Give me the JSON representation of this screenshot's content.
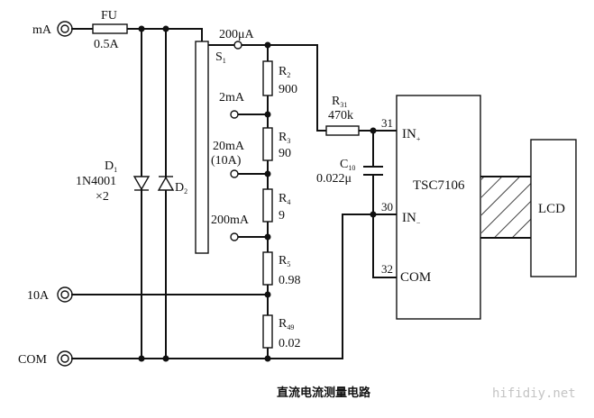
{
  "diagram": {
    "title": "直流电流测量电路",
    "watermark": "hifidiy.net",
    "terminals": {
      "ma": "mA",
      "ten_a": "10A",
      "com": "COM"
    },
    "fuse": {
      "ref": "FU",
      "value": "0.5A"
    },
    "diodes": {
      "d1_ref": "D",
      "d1_sub": "1",
      "part": "1N4001",
      "qty": "×2",
      "d2_ref": "D",
      "d2_sub": "2"
    },
    "switch": {
      "ref": "S",
      "sub": "1"
    },
    "ranges": {
      "r200ua": "200μA",
      "r2ma": "2mA",
      "r20ma": "20mA",
      "r20ma_alt": "(10A)",
      "r200ma": "200mA"
    },
    "resistors": [
      {
        "ref": "R",
        "sub": "2",
        "value": "900"
      },
      {
        "ref": "R",
        "sub": "3",
        "value": "90"
      },
      {
        "ref": "R",
        "sub": "4",
        "value": "9"
      },
      {
        "ref": "R",
        "sub": "5",
        "value": "0.98"
      },
      {
        "ref": "R",
        "sub": "49",
        "value": "0.02"
      },
      {
        "ref": "R",
        "sub": "31",
        "value": "470k"
      }
    ],
    "capacitor": {
      "ref": "C",
      "sub": "10",
      "value": "0.022μ"
    },
    "ic": {
      "name": "TSC7106",
      "pins": [
        {
          "num": "31",
          "label": "IN",
          "sign": "+"
        },
        {
          "num": "30",
          "label": "IN",
          "sign": "−"
        },
        {
          "num": "32",
          "label": "COM",
          "sign": ""
        }
      ]
    },
    "display": "LCD"
  }
}
